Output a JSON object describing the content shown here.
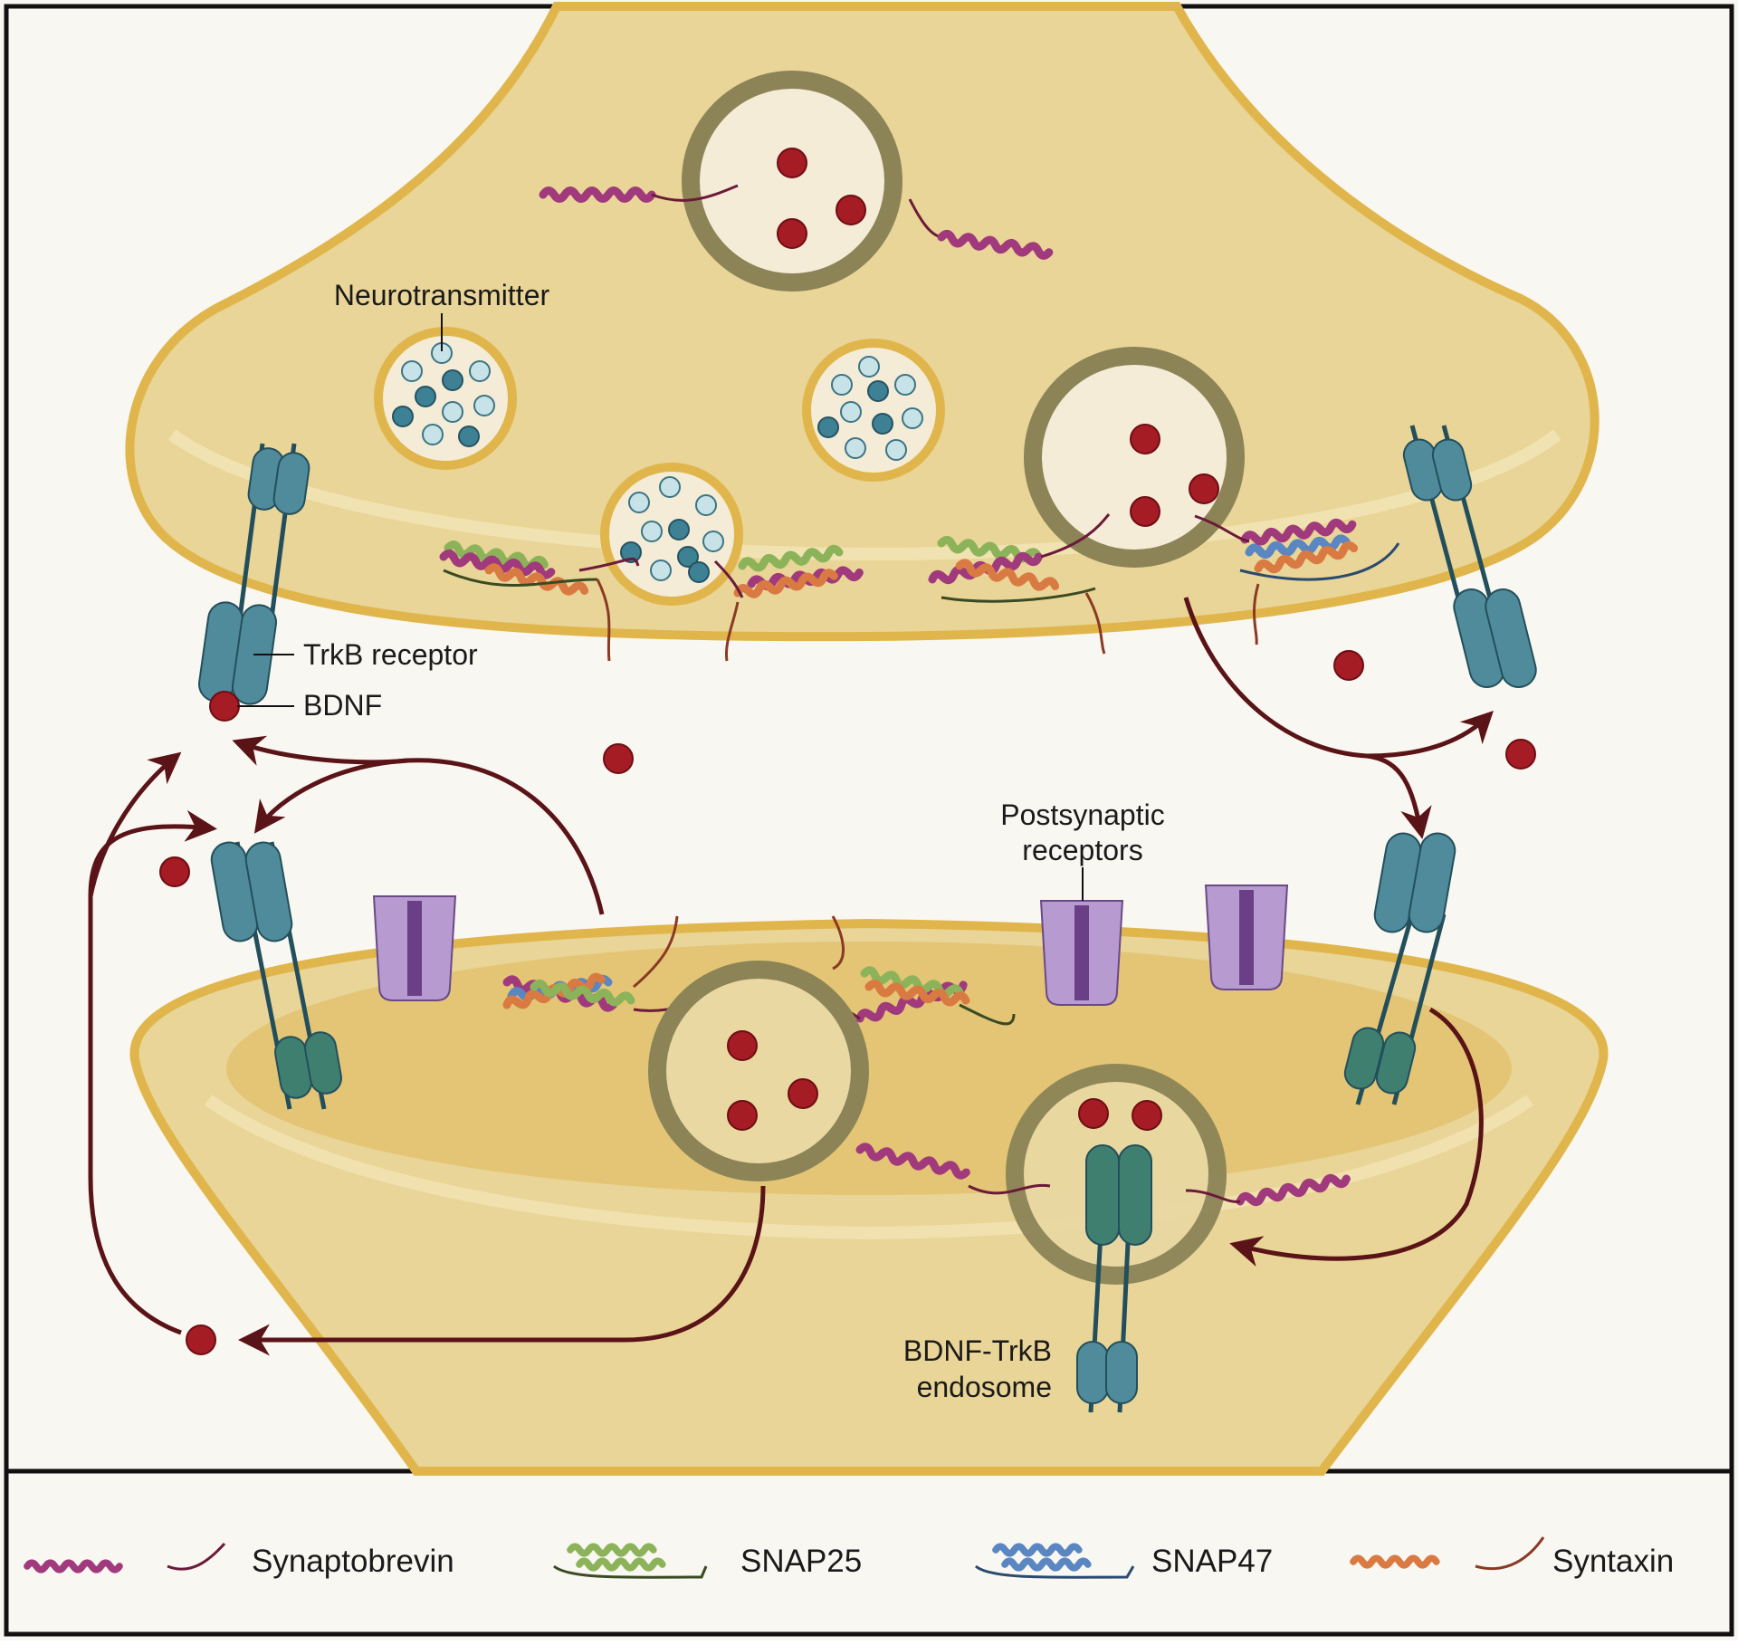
{
  "labels": {
    "neurotransmitter": "Neurotransmitter",
    "trkb_receptor": "TrkB receptor",
    "bdnf": "BDNF",
    "postsynaptic_line1": "Postsynaptic",
    "postsynaptic_line2": "receptors",
    "endosome_line1": "BDNF-TrkB",
    "endosome_line2": "endosome"
  },
  "legend": [
    {
      "label": "Synaptobrevin",
      "color": "#a03a7c"
    },
    {
      "label": "SNAP25",
      "color": "#8cb35a"
    },
    {
      "label": "SNAP47",
      "color": "#5a86c2"
    },
    {
      "label": "Syntaxin",
      "color": "#d97a43"
    }
  ],
  "colors": {
    "background": "#f9f7f1",
    "neuron_fill": "#e9d597",
    "neuron_border": "#e0b64c",
    "bdnf": "#a51c24",
    "arrow": "#5a1418",
    "trkb": "#4f8b9b",
    "postsynaptic_receptor": "#b79ad0",
    "vesicle_ring": "#8c8457"
  }
}
